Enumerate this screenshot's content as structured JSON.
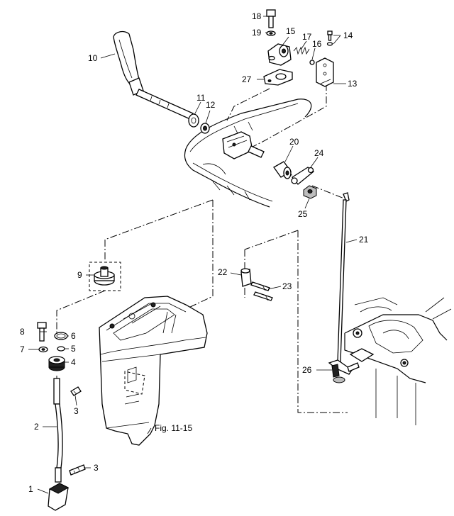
{
  "callouts": [
    {
      "id": "1",
      "text": "1"
    },
    {
      "id": "2",
      "text": "2"
    },
    {
      "id": "3a",
      "text": "3"
    },
    {
      "id": "3b",
      "text": "3"
    },
    {
      "id": "4",
      "text": "4"
    },
    {
      "id": "5",
      "text": "5"
    },
    {
      "id": "6",
      "text": "6"
    },
    {
      "id": "7",
      "text": "7"
    },
    {
      "id": "8",
      "text": "8"
    },
    {
      "id": "9",
      "text": "9"
    },
    {
      "id": "10",
      "text": "10"
    },
    {
      "id": "11",
      "text": "11"
    },
    {
      "id": "12",
      "text": "12"
    },
    {
      "id": "13",
      "text": "13"
    },
    {
      "id": "14",
      "text": "14"
    },
    {
      "id": "15",
      "text": "15"
    },
    {
      "id": "16",
      "text": "16"
    },
    {
      "id": "17",
      "text": "17"
    },
    {
      "id": "18",
      "text": "18"
    },
    {
      "id": "19",
      "text": "19"
    },
    {
      "id": "20",
      "text": "20"
    },
    {
      "id": "21",
      "text": "21"
    },
    {
      "id": "22",
      "text": "22"
    },
    {
      "id": "23",
      "text": "23"
    },
    {
      "id": "24",
      "text": "24"
    },
    {
      "id": "25",
      "text": "25"
    },
    {
      "id": "26",
      "text": "26"
    },
    {
      "id": "27",
      "text": "27"
    }
  ],
  "figure_reference": "Fig. 11-15"
}
